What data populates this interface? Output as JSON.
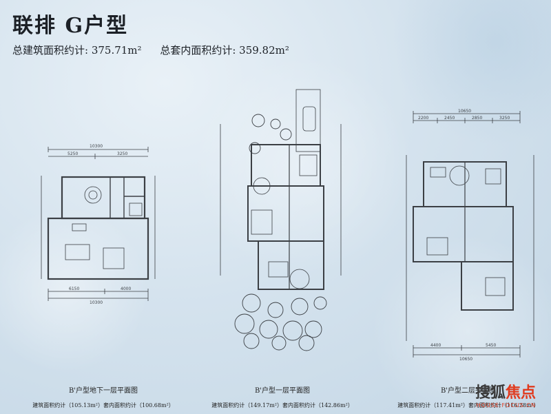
{
  "title": "联排 G户型",
  "total_building_area": "总建筑面积约计: 375.71m²",
  "total_interior_area": "总套内面积约计: 359.82m²",
  "plans": [
    {
      "name": "B'户型地下一层平面图",
      "area": "建筑面积约计（105.13m²）套内面积约计（100.68m²）",
      "dims_top": [
        "10300",
        "5250",
        "3250"
      ],
      "dims_bottom": [
        "6150",
        "4000",
        "10300"
      ]
    },
    {
      "name": "B'户型一层平面图",
      "area": "建筑面积约计（149.17m²）套内面积约计（142.86m²）"
    },
    {
      "name": "B'户型二层平面图",
      "area": "建筑面积约计（117.41m²）套内面积约计（116.28m²）",
      "dims_top": [
        "10650",
        "2200",
        "2450",
        "2850",
        "3250"
      ],
      "dims_bottom": [
        "4400",
        "5450",
        "10650"
      ]
    }
  ],
  "watermark": {
    "brand_a": "搜狐",
    "brand_b": "焦点",
    "url": "HOUSE.FOCUS.CN"
  },
  "colors": {
    "line": "#3b3f44",
    "text": "#1c2026",
    "accent": "#e03a1e"
  }
}
